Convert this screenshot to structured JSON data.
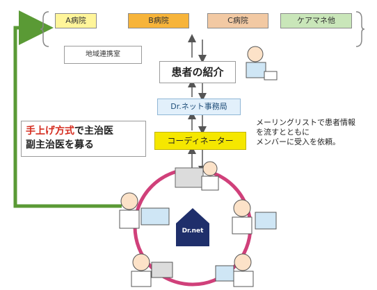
{
  "hospitals": [
    {
      "label": "A病院",
      "bg": "#fff59a"
    },
    {
      "label": "B病院",
      "bg": "#f7b43a"
    },
    {
      "label": "C病院",
      "bg": "#f2c9a3"
    },
    {
      "label": "ケアマネ他",
      "bg": "#c9e6b9"
    }
  ],
  "region_label": "地域連携室",
  "patient_referral": "患者の紹介",
  "office_label": "Dr.ネット事務局",
  "coordinator_label": "コーディネーター",
  "method": {
    "red": "手上げ方式",
    "rest_line1": "で主治医",
    "line2": "副主治医を募る"
  },
  "notice_lines": [
    "メーリングリストで患者情報",
    "を流すとともに",
    "メンバーに受入を依頼。"
  ],
  "logo_text": "Dr.net",
  "colors": {
    "loop_arrow": "#5a9a35",
    "circle": "#d0407a",
    "bracket": "#888888"
  }
}
